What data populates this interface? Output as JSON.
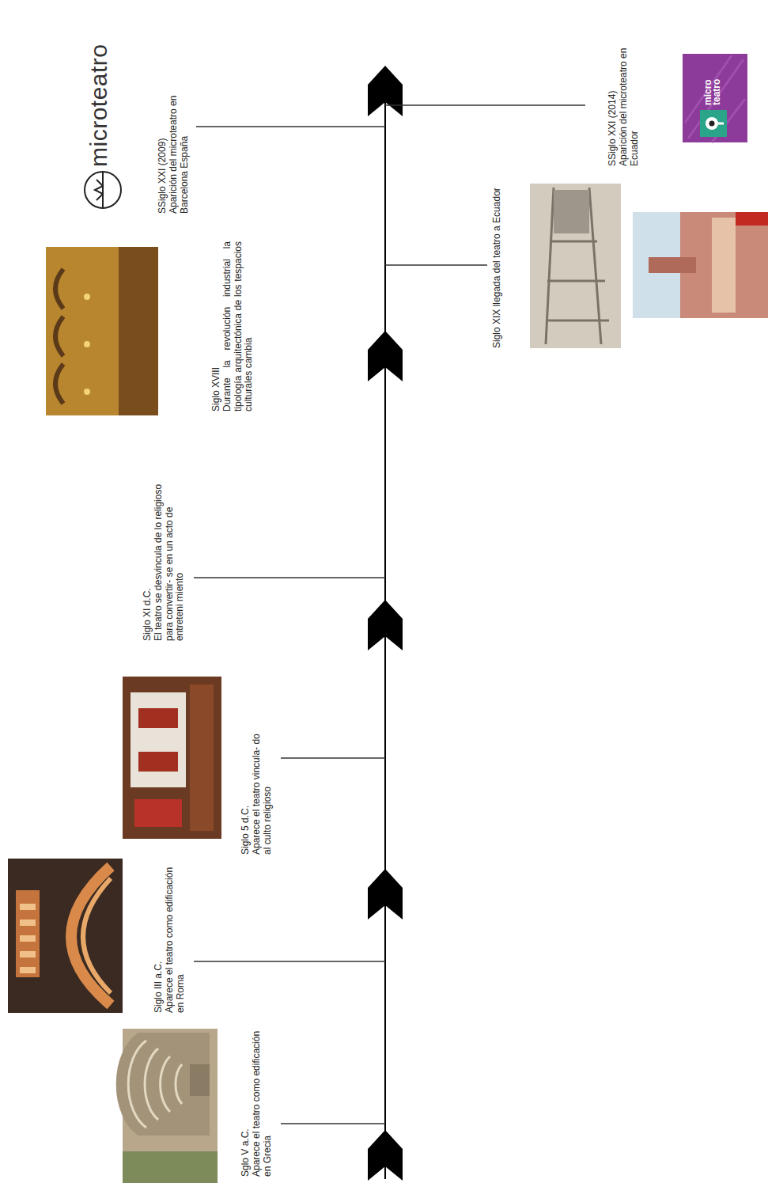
{
  "diagram": {
    "labels": [
      "Sglo V a.C.",
      "Aparece el teatro como edificación en Grecia",
      "Siglo III a.C.",
      "Aparece el teatro como edificación en Roma",
      "Siglo 5 d.C.",
      "Aparece el teatro vincula- do al culto religioso",
      "Siglo XI d.C.",
      "El teatro se desvincula de lo religioso para convertir- se en un acto de entreteni miento",
      "Siglo XVIII",
      "Durante la revolución industrial la tipología arquitectónica de los tespacios culturales cambia",
      "Siglo XIX llegada del teatro a Ecuador",
      "microteatro",
      "SSiglo XXI (2009)",
      "Aparición del microteatro en Barcelona España",
      "SSiglo XXI (2014)",
      "Aparición del microteatro en Ecuador",
      "micro teatro"
    ]
  }
}
